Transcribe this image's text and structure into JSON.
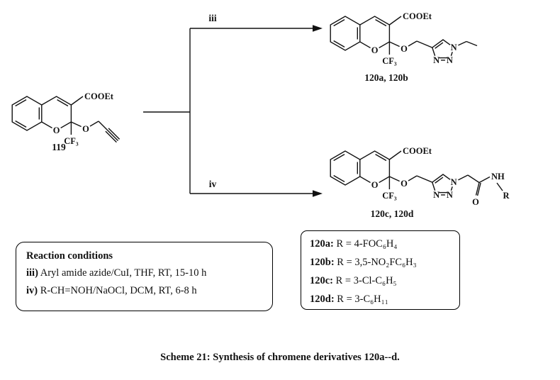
{
  "arrows": {
    "top_label": "iii",
    "bottom_label": "iv"
  },
  "structures": {
    "start": {
      "label": "119",
      "cooet": "COOEt",
      "ring_o": "O",
      "cf3": "CF₃",
      "ether_o": "O"
    },
    "top_product": {
      "label": "120a, 120b",
      "cooet": "COOEt",
      "ring_o": "O",
      "cf3": "CF₃",
      "ether_o": "O",
      "n": "N"
    },
    "bottom_product": {
      "label": "120c, 120d",
      "cooet": "COOEt",
      "ring_o": "O",
      "cf3": "CF₃",
      "ether_o": "O",
      "n": "N",
      "nh": "NH",
      "r": "R",
      "carbonyl_o": "O"
    }
  },
  "conditions_box": {
    "title": "Reaction conditions",
    "lines": [
      {
        "prefix": "iii)",
        "text": " Aryl amide azide/CuI, THF, RT, 15-10 h"
      },
      {
        "prefix": "iv)",
        "text": " R-CH=NOH/NaOCl, DCM, RT, 6-8 h"
      }
    ]
  },
  "r_groups_box": {
    "entries": [
      {
        "id": "120a:",
        "text": " R = 4-FOC₆H₄"
      },
      {
        "id": "120b:",
        "text": " R = 3,5-NO₂FC₆H₃"
      },
      {
        "id": "120c:",
        "text": " R = 3-Cl-C₆H₅"
      },
      {
        "id": "120d:",
        "text": " R = 3-C₆H₁₁"
      }
    ]
  },
  "caption": "Scheme 21: Synthesis of chromene derivatives 120a--d."
}
